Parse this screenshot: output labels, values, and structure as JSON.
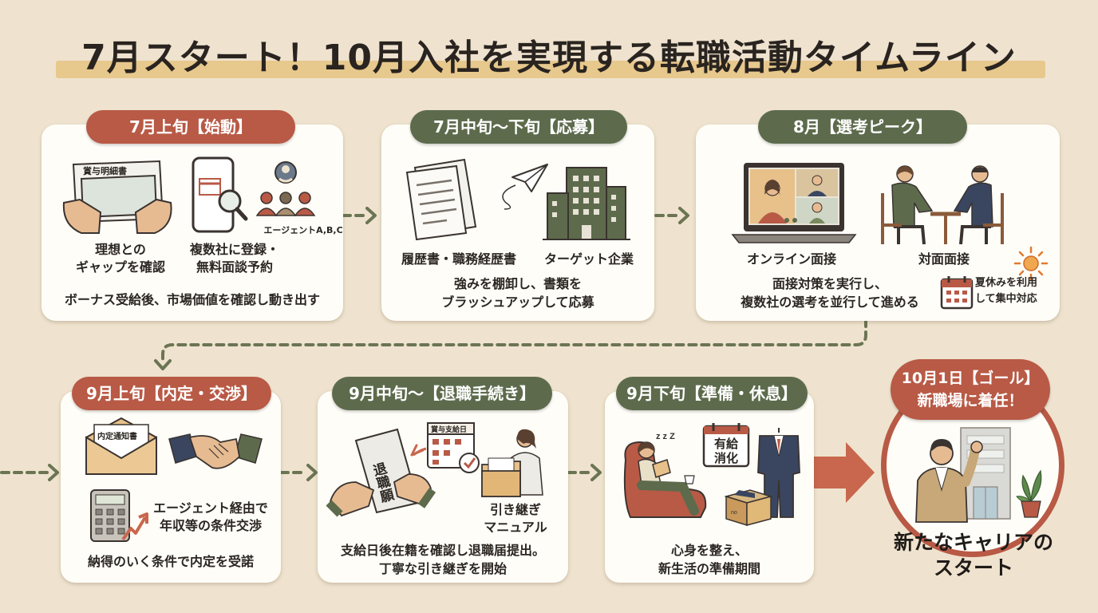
{
  "title": "7月スタート！10月入社を実現する転職活動タイムライン",
  "colors": {
    "red": "#b85a46",
    "green": "#5d6b4c",
    "background": "#efe3cf",
    "card": "#fffdf8",
    "arrow": "#6b7553"
  },
  "stages": [
    {
      "label": "7月上旬【始動】",
      "doc_label": "賞与明細書",
      "agents_label": "エージェントA,B,C",
      "item1": [
        "理想との",
        "ギャップを確認"
      ],
      "item2": [
        "複数社に登録・",
        "無料面談予約"
      ],
      "desc": [
        "ボーナス受給後、市場価値を確認し動き出す"
      ],
      "icons": [
        "bonus-statement-icon",
        "smartphone-search-icon",
        "agents-icon"
      ]
    },
    {
      "label": "7月中旬〜下旬【応募】",
      "item1": [
        "履歴書・職務経歴書"
      ],
      "item2": [
        "ターゲット企業"
      ],
      "desc": [
        "強みを棚卸し、書類を",
        "ブラッシュアップして応募"
      ],
      "icons": [
        "documents-icon",
        "paper-plane-icon",
        "office-building-icon"
      ]
    },
    {
      "label": "8月【選考ピーク】",
      "item1": [
        "オンライン面接"
      ],
      "item2": [
        "対面面接"
      ],
      "desc": [
        "面接対策を実行し、",
        "複数社の選考を並行して進める"
      ],
      "note": [
        "夏休みを利用",
        "して集中対応"
      ],
      "icons": [
        "online-interview-icon",
        "face-to-face-interview-icon",
        "sun-icon",
        "calendar-icon"
      ]
    },
    {
      "label": "9月上旬【内定・交渉】",
      "doc_label": "内定通知書",
      "item1": [
        "エージェント経由で",
        "年収等の条件交渉"
      ],
      "desc": [
        "納得のいく条件で内定を受諾"
      ],
      "icons": [
        "offer-letter-icon",
        "handshake-icon",
        "calculator-icon"
      ]
    },
    {
      "label": "9月中旬〜【退職手続き】",
      "doc_label": "退職願",
      "calendar_label": "賞与支給日",
      "item1": [
        "引き継ぎ",
        "マニュアル"
      ],
      "desc": [
        "支給日後在籍を確認し退職届提出。",
        "丁寧な引き継ぎを開始"
      ],
      "icons": [
        "resignation-letter-icon",
        "calendar-check-icon",
        "handover-manual-icon"
      ]
    },
    {
      "label": "9月下旬【準備・休息】",
      "calendar_label": [
        "有給",
        "消化"
      ],
      "box_label": "no",
      "zzz": "z z Z",
      "desc": [
        "心身を整え、",
        "新生活の準備期間"
      ],
      "icons": [
        "relaxing-person-icon",
        "paid-leave-calendar-icon",
        "suit-icon",
        "moving-box-icon"
      ]
    }
  ],
  "goal": {
    "label": [
      "10月1日【ゴール】",
      "新職場に着任！"
    ],
    "text": [
      "新たなキャリアの",
      "スタート"
    ],
    "icons": [
      "new-employee-icon",
      "new-office-icon",
      "plant-icon"
    ]
  }
}
